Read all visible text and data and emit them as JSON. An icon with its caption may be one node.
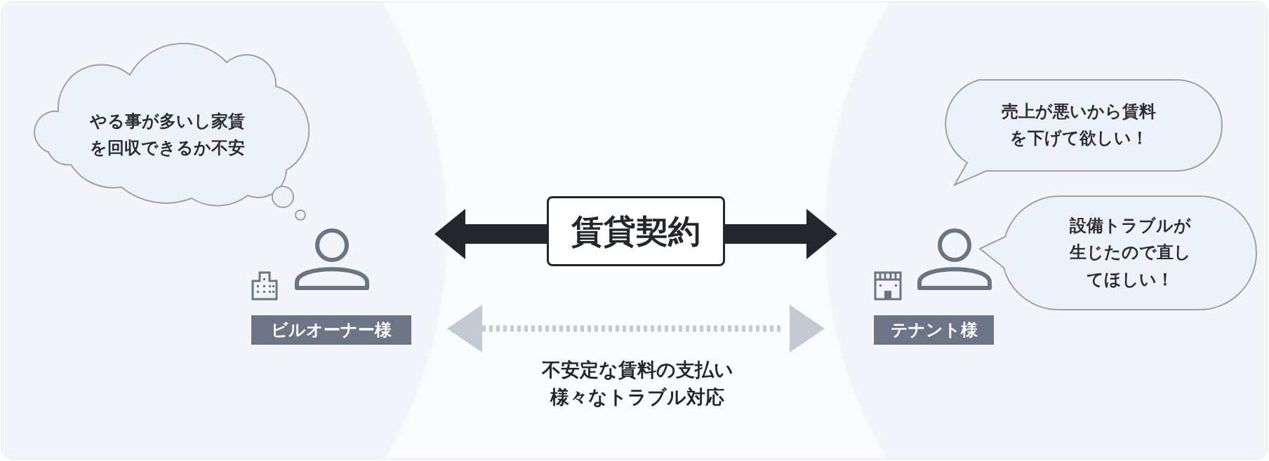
{
  "diagram": {
    "nodes": [
      {
        "text": [
          "ビルオーナー様"
        ]
      },
      {
        "text": [
          "やる事が多いし家賃を回収できるか不安"
        ]
      },
      {
        "text": [
          "テナント様"
        ]
      },
      {
        "text": [
          "売上が悪いから賃料を下げて欲しい！"
        ]
      },
      {
        "text": [
          "設備トラブルが生じたので直してほしい！"
        ]
      }
    ],
    "edges": [
      {
        "from": 0,
        "to": 2,
        "arrow": "both",
        "label": "賃貸契約",
        "style": "thick"
      },
      {
        "from": 0,
        "to": 2,
        "arrow": "both",
        "label": "不安定な賃料の支払い様々なトラブル対応",
        "style": "dashed",
        "color": "#c3cad4"
      }
    ]
  }
}
